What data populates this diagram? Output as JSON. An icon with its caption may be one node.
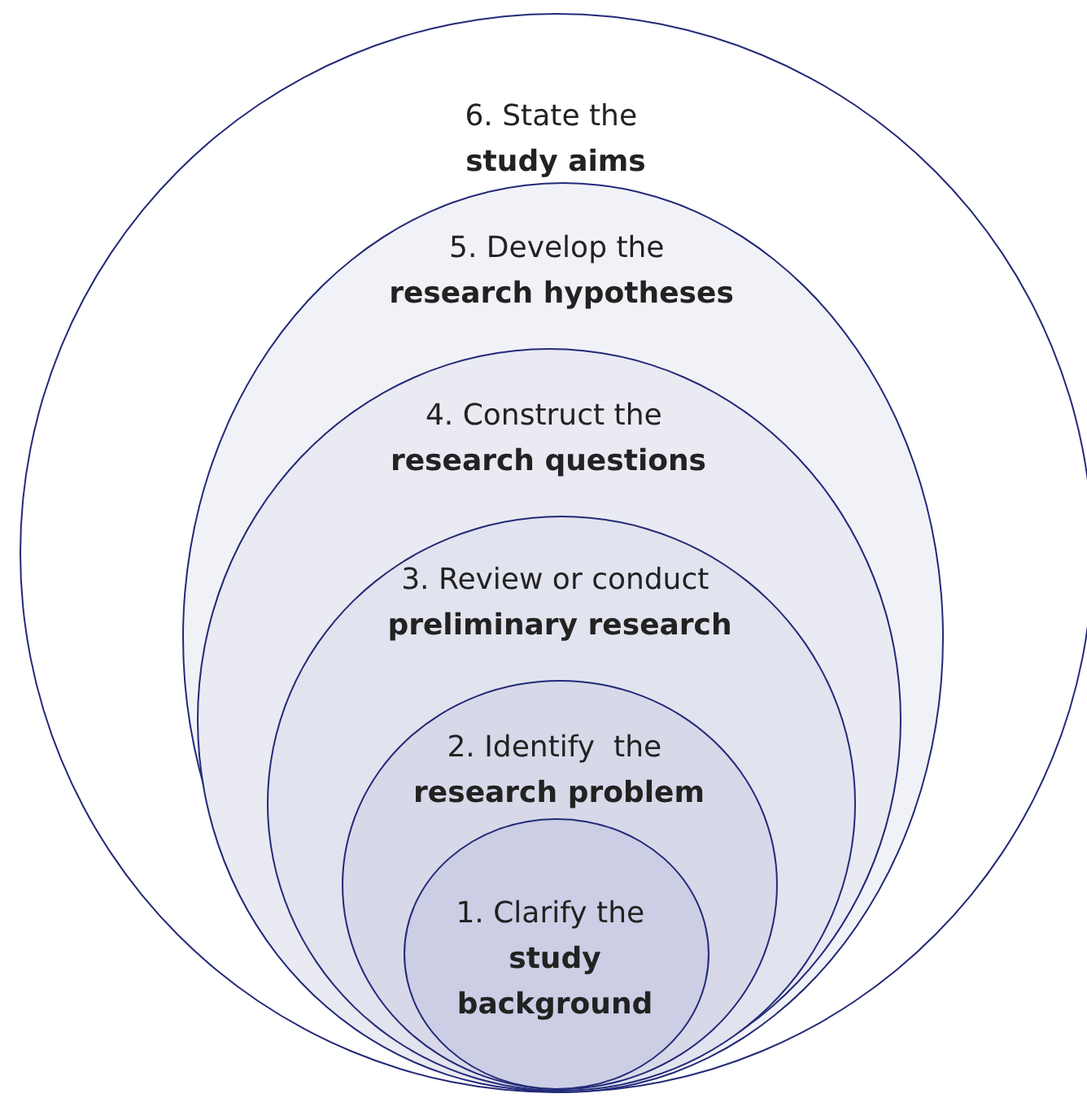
{
  "diagram": {
    "nodes": [
      {
        "text": [
          "6. State the **study aims**"
        ]
      },
      {
        "text": [
          "5. Develop the **research hypotheses**"
        ],
        "in": 0
      },
      {
        "text": [
          "4. Construct the **research questions**"
        ],
        "in": 1
      },
      {
        "text": [
          "3. Review or conduct **preliminary research**"
        ],
        "in": 2
      },
      {
        "text": [
          "2. Identify  the **research problem**"
        ],
        "in": 3
      },
      {
        "text": [
          "1. Clarify the **study background**"
        ],
        "in": 4
      }
    ]
  }
}
